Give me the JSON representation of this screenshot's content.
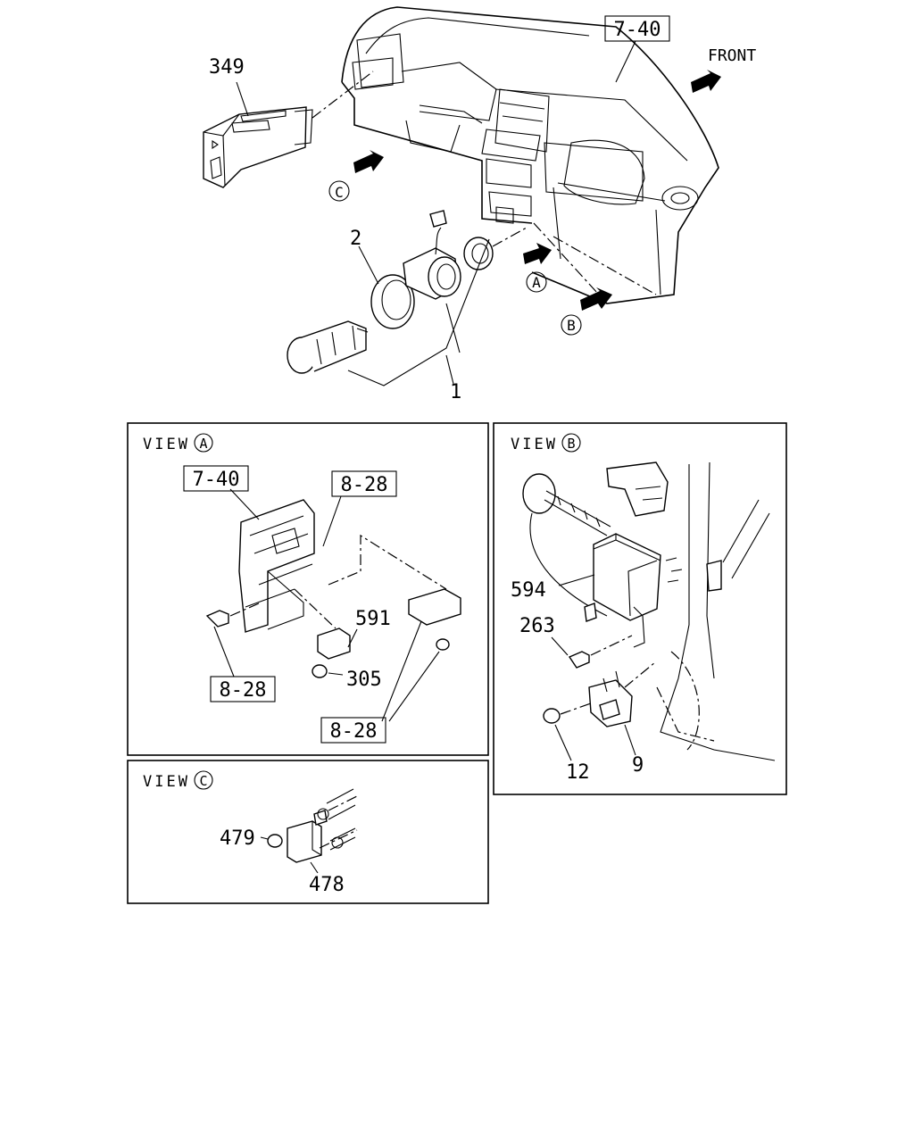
{
  "front_arrow_label": "FRONT",
  "view_a": {
    "caption": "VIEW",
    "marker": "A"
  },
  "view_b": {
    "caption": "VIEW",
    "marker": "B"
  },
  "view_c": {
    "caption": "VIEW",
    "marker": "C"
  },
  "main_markers": {
    "a": "A",
    "b": "B",
    "c": "C"
  },
  "refs": {
    "main_7_40": "7-40",
    "a_7_40": "7-40",
    "a_8_28_top": "8-28",
    "a_8_28_left": "8-28",
    "a_8_28_bottom": "8-28"
  },
  "parts": {
    "p349": "349",
    "p2": "2",
    "p1": "1",
    "p591": "591",
    "p305": "305",
    "p594": "594",
    "p263": "263",
    "p12": "12",
    "p9": "9",
    "p479": "479",
    "p478": "478"
  }
}
